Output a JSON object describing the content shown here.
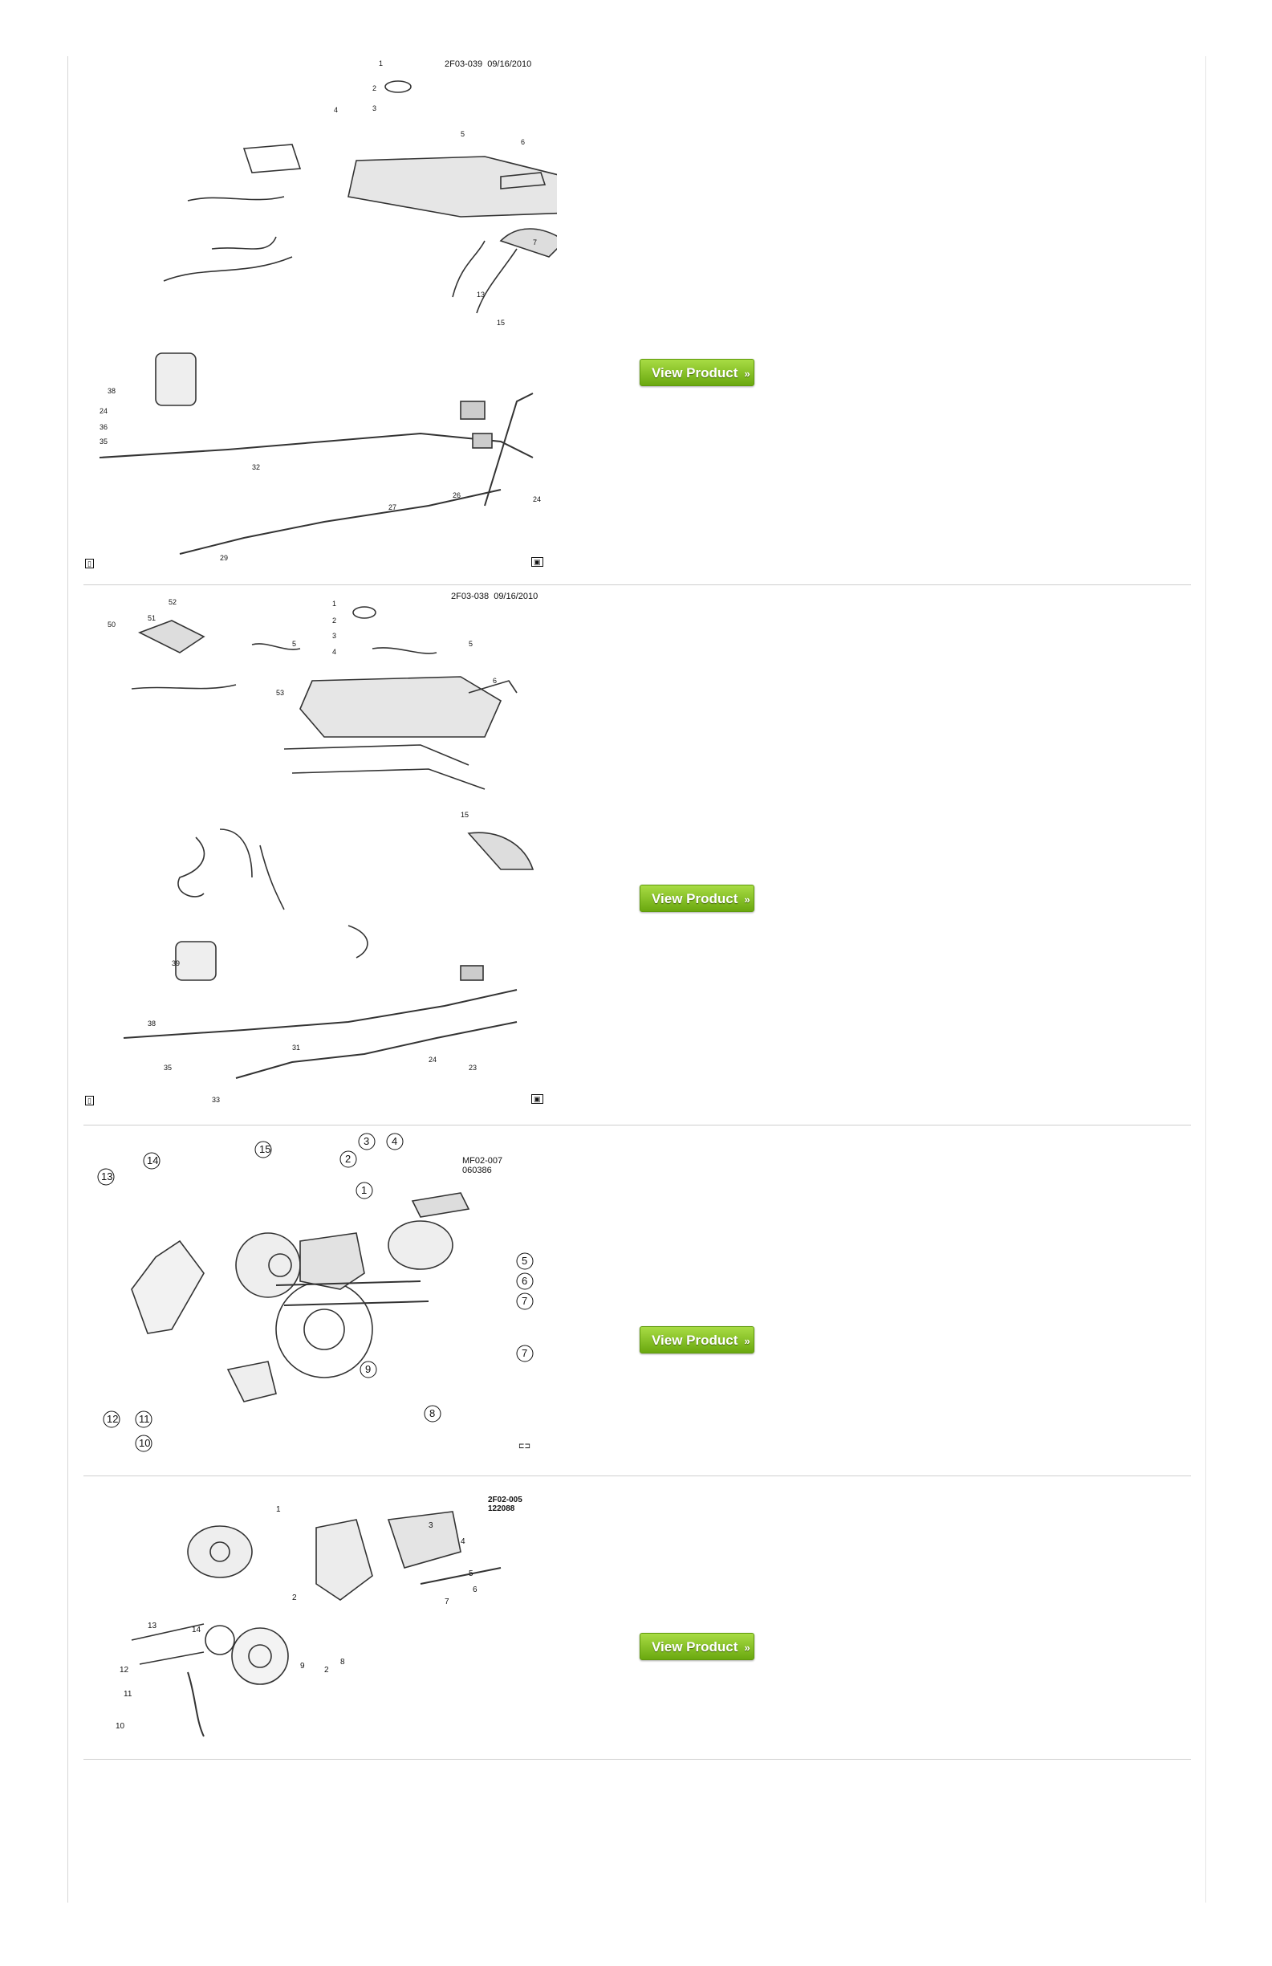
{
  "rows": [
    {
      "code": "2F03-039  09/16/2010",
      "button_label": "View Product",
      "button_arrow": "»",
      "icon_left": "▯",
      "icon_right": "▣"
    },
    {
      "code": "2F03-038  09/16/2010",
      "button_label": "View Product",
      "button_arrow": "»",
      "icon_left": "▯",
      "icon_right": "▣"
    },
    {
      "code": "MF02-007\n060386",
      "button_label": "View Product",
      "button_arrow": "»",
      "icon_right": "⊏⊐"
    },
    {
      "code": "2F02-005\n122088",
      "button_label": "View Product",
      "button_arrow": "»"
    }
  ],
  "colors": {
    "button_top": "#a8dc44",
    "button_bottom": "#6aa80f",
    "divider": "#cfcfcf"
  },
  "icons": [
    "fuel-system-diagram",
    "alternator-mount-diagram",
    "chevron-right-icon"
  ]
}
